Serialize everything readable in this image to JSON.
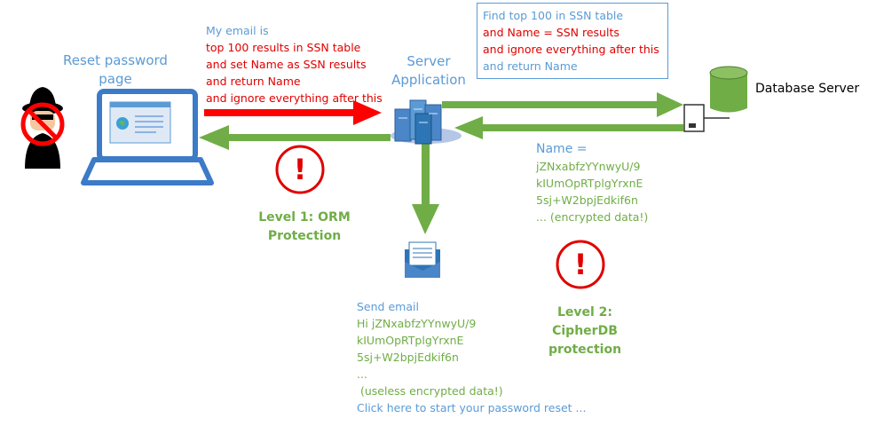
{
  "attacker_email": {
    "line1": "My email is",
    "line2": "top 100 results in SSN table",
    "line3": "and set Name as SSN results",
    "line4": "and return Name",
    "line5": "and ignore everything after this"
  },
  "reset_page_label": {
    "line1": "Reset password",
    "line2": "page"
  },
  "server_label": {
    "line1": "Server",
    "line2": "Application"
  },
  "query_box": {
    "line1": "Find top 100 in SSN table",
    "line2": "and Name = SSN results",
    "line3": "and ignore everything after this",
    "line4": "and return Name"
  },
  "database_label": "Database Server",
  "name_result": {
    "line1": "Name =",
    "line2": "jZNxabfzYYnwyU/9",
    "line3": "kIUmOpRTplgYrxnE",
    "line4": "5sj+W2bpjEdkif6n",
    "line5": "... (encrypted data!)"
  },
  "level1": {
    "line1": "Level 1: ORM",
    "line2": "Protection",
    "mark": "!"
  },
  "level2": {
    "line1": "Level 2:",
    "line2": "CipherDB",
    "line3": "protection",
    "mark": "!"
  },
  "email_text": {
    "line1": "Send email",
    "line2": "Hi jZNxabfzYYnwyU/9",
    "line3": "kIUmOpRTplgYrxnE",
    "line4": "5sj+W2bpjEdkif6n",
    "line5": "...",
    "line6": " (useless encrypted data!)",
    "line7": "Click here to start your password reset ..."
  },
  "colors": {
    "blue": "#5b9bd5",
    "red": "#e00000",
    "green": "#70ad47"
  },
  "icons": [
    "hacker-icon",
    "laptop-icon",
    "server-icon",
    "database-icon",
    "envelope-icon",
    "warning-icon"
  ]
}
